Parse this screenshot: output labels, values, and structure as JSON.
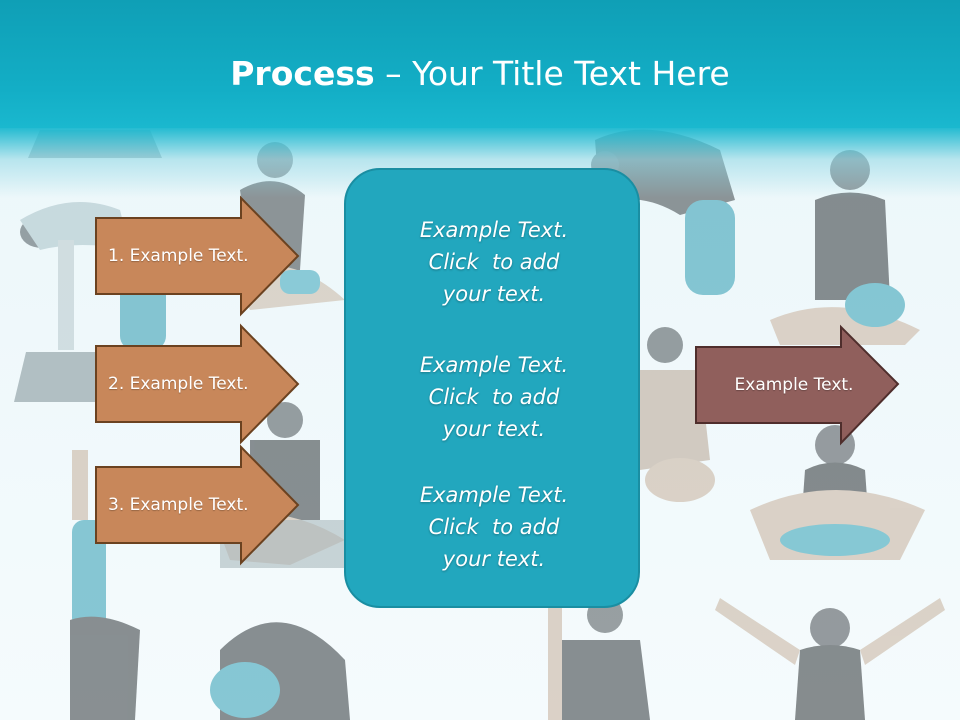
{
  "title": {
    "bold": "Process",
    "rest": " – Your Title Text Here"
  },
  "left_steps": [
    {
      "label": "1. Example Text."
    },
    {
      "label": "2. Example Text."
    },
    {
      "label": "3. Example Text."
    }
  ],
  "center_box": {
    "blocks": [
      {
        "lines": [
          "Example Text.",
          "Click  to add",
          "your text."
        ]
      },
      {
        "lines": [
          "Example Text.",
          "Click  to add",
          "your text."
        ]
      },
      {
        "lines": [
          "Example Text.",
          "Click  to add",
          "your text."
        ]
      }
    ]
  },
  "right_step": {
    "label": "Example Text."
  },
  "colors": {
    "header": "#13aec6",
    "step_arrow_fill": "#c8875a",
    "step_arrow_border": "#6b4220",
    "center_box_fill": "#22a7be",
    "right_arrow_fill": "#905f5c",
    "right_arrow_border": "#4f2e2c"
  },
  "background_image": "yoga-poses-photo-collage"
}
